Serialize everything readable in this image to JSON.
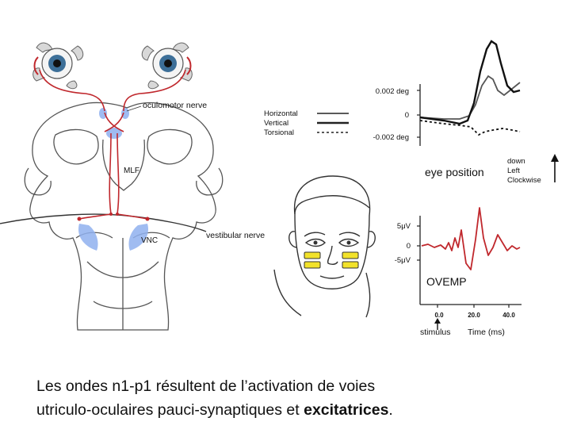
{
  "labels": {
    "oculomotor_nerve": "oculomotor nerve",
    "mlf": "MLF",
    "vnc": "VNC",
    "vestibular_nerve": "vestibular nerve"
  },
  "legend": {
    "horizontal": "Horizontal",
    "vertical": "Vertical",
    "torsional": "Torsional"
  },
  "eye_trace": {
    "tick_top": "0.002 deg",
    "tick_mid": "0",
    "tick_bottom": "-0.002 deg",
    "title": "eye position",
    "dir_1": "down",
    "dir_2": "Left",
    "dir_3": "Clockwise"
  },
  "ovemp_trace": {
    "tick_top": "5μV",
    "tick_mid": "0",
    "tick_bottom": "-5μV",
    "title": "OVEMP",
    "x_ticks": [
      "0.0",
      "20.0",
      "40.0"
    ],
    "x_label": "Time (ms)",
    "stimulus": "stimulus"
  },
  "caption": {
    "line1": "Les ondes n1-p1 résultent de l’activation de voies",
    "line2": "utriculo-oculaires pauci-synaptiques et ",
    "line2_bold": "excitatrices",
    "line2_end": "."
  },
  "colors": {
    "pathway": "#c0282d",
    "nucleus": "#8fb0ef",
    "iris": "#3d6f98",
    "electrode": "#f2e22a"
  }
}
